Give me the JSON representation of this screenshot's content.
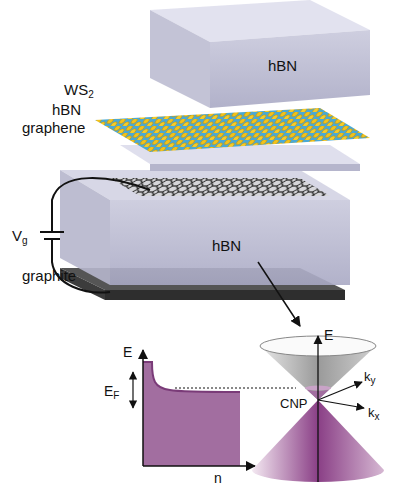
{
  "diagram": {
    "labels": [
      "hBN",
      "WS2",
      "hBN",
      "graphene",
      "Vg",
      "hBN",
      "graphite",
      "E",
      "EF",
      "n",
      "E",
      "CNP",
      "ky",
      "kx"
    ]
  }
}
